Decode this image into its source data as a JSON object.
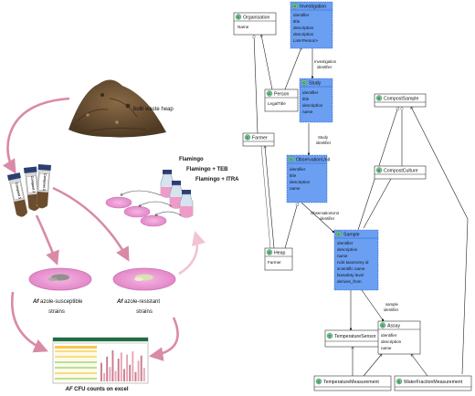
{
  "left": {
    "waste_heap_label": "bulb waste heap",
    "tubes": [
      "Compost 1",
      "Compost 2",
      "Compost 3"
    ],
    "flasks": {
      "flamingo": "Flamingo",
      "flamingo_teb": "Flamingo + TEB",
      "flamingo_itra": "Flamingo + ITRA"
    },
    "dish_susceptible": {
      "italic": "Af",
      "line1": " azole-susceptible",
      "line2": "strains"
    },
    "dish_resistant": {
      "italic": "Af",
      "line1": " azole-resistant",
      "line2": "strains"
    },
    "excel_caption": {
      "italic": "AF",
      "text": " CFU counts on excel"
    },
    "excel_bars": [
      18,
      8,
      24,
      14,
      30,
      10,
      22,
      28,
      12,
      26,
      16,
      29,
      9,
      20,
      25,
      13
    ]
  },
  "uml": {
    "icon_letter": "C",
    "classes": {
      "organisation": {
        "name": "Organisation",
        "attrs": [
          "Name"
        ]
      },
      "investigation": {
        "name": "Investigation",
        "attrs": [
          "identifier",
          "title",
          "description",
          "description",
          "List<Person>"
        ]
      },
      "person": {
        "name": "Person",
        "attrs": [
          "LegalTitle"
        ]
      },
      "study": {
        "name": "Study",
        "attrs": [
          "identifier",
          "title",
          "description",
          "name"
        ]
      },
      "farmer": {
        "name": "Farmer",
        "attrs": []
      },
      "observationunit": {
        "name": "ObservationUnit",
        "attrs": [
          "identifier",
          "title",
          "description",
          "name"
        ]
      },
      "heap": {
        "name": "Heap",
        "attrs": [
          "Farmer"
        ]
      },
      "sample": {
        "name": "Sample",
        "attrs": [
          "identifier",
          "description",
          "name",
          "ncbi taxonomy id",
          "scientific name",
          "biosafety level",
          "derives_from"
        ]
      },
      "compostsample": {
        "name": "CompostSample",
        "attrs": []
      },
      "compostculture": {
        "name": "CompostCulture",
        "attrs": []
      },
      "temperaturesensor": {
        "name": "TemperatureSensor",
        "attrs": []
      },
      "assay": {
        "name": "Assay",
        "attrs": [
          "identifier",
          "description",
          "name"
        ]
      },
      "temperaturemeasurement": {
        "name": "TemperatureMeasurement",
        "attrs": []
      },
      "waterfractionmeasurement": {
        "name": "WaterFractionMeasurement",
        "attrs": []
      }
    },
    "edge_labels": {
      "investigation_identifier": [
        "Investigation",
        "identifier"
      ],
      "study_identifier": [
        "Study",
        "identifier"
      ],
      "observationunit_identifier": [
        "ObservationUnit",
        "identifier"
      ],
      "sample_identifier": [
        "sample",
        "identifier"
      ]
    }
  },
  "colors": {
    "arrow_pink": "#d98aa6",
    "arrow_pink_light": "#f0c4d2",
    "uml_blue": "#6a9ff2",
    "uml_blue_border": "#2c5ec6",
    "uml_white": "#ffffff",
    "icon_green": "#76c893",
    "dish_pink": "#ec9ad3",
    "soil": "#6b5236"
  }
}
